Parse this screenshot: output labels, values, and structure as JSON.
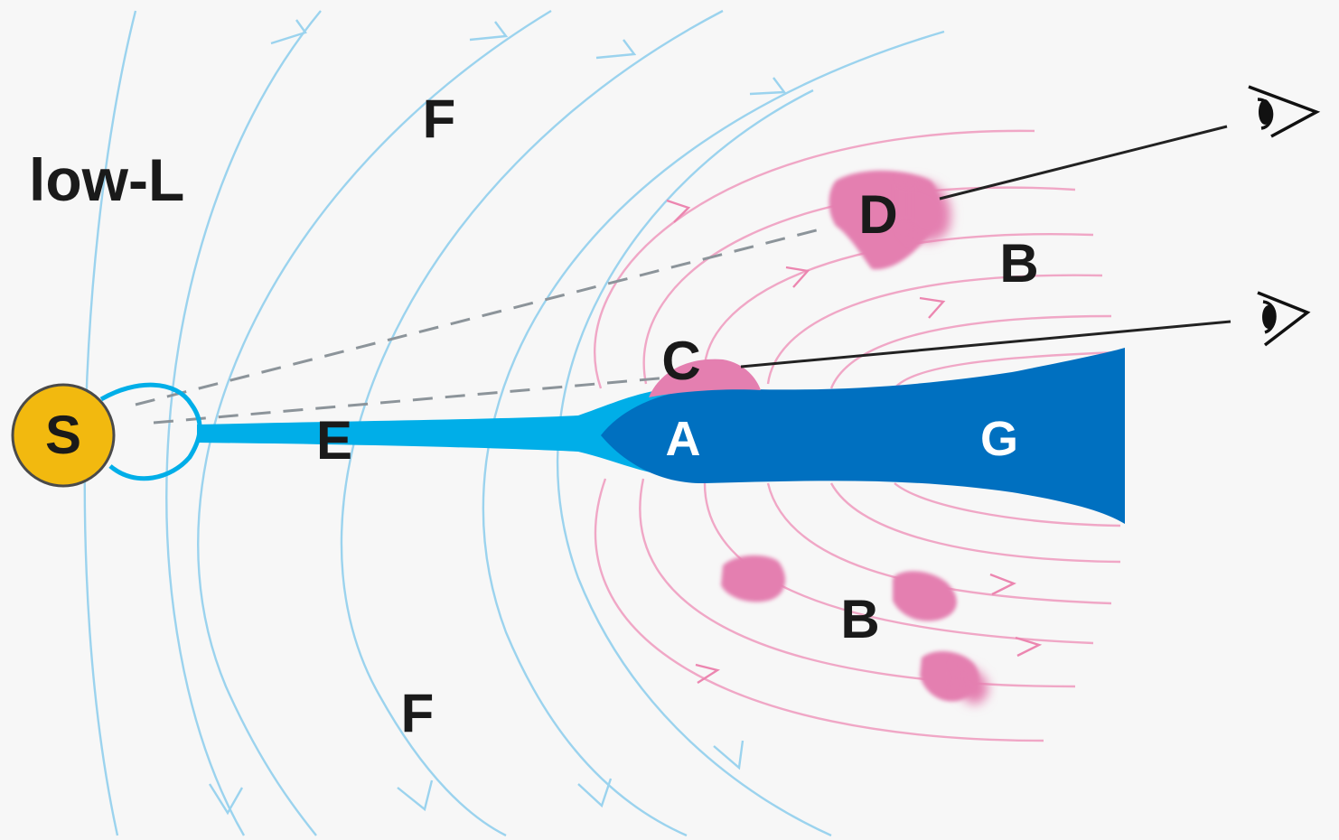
{
  "title": "low-L",
  "labels": {
    "S": "S",
    "A": "A",
    "B_upper": "B",
    "B_lower": "B",
    "C": "C",
    "D": "D",
    "E": "E",
    "F_upper": "F",
    "F_lower": "F",
    "G": "G"
  },
  "colors": {
    "star": "#f2b90f",
    "star_outline": "#4a4a4a",
    "outer_field": "#9bd3ee",
    "inner_field": "#f0a7c6",
    "blobs": "#e47fb0",
    "tail_dark": "#0070c0",
    "tail_light": "#00aee8",
    "background": "#f7f7f7"
  },
  "icons": [
    "eye-icon",
    "eye-icon"
  ]
}
